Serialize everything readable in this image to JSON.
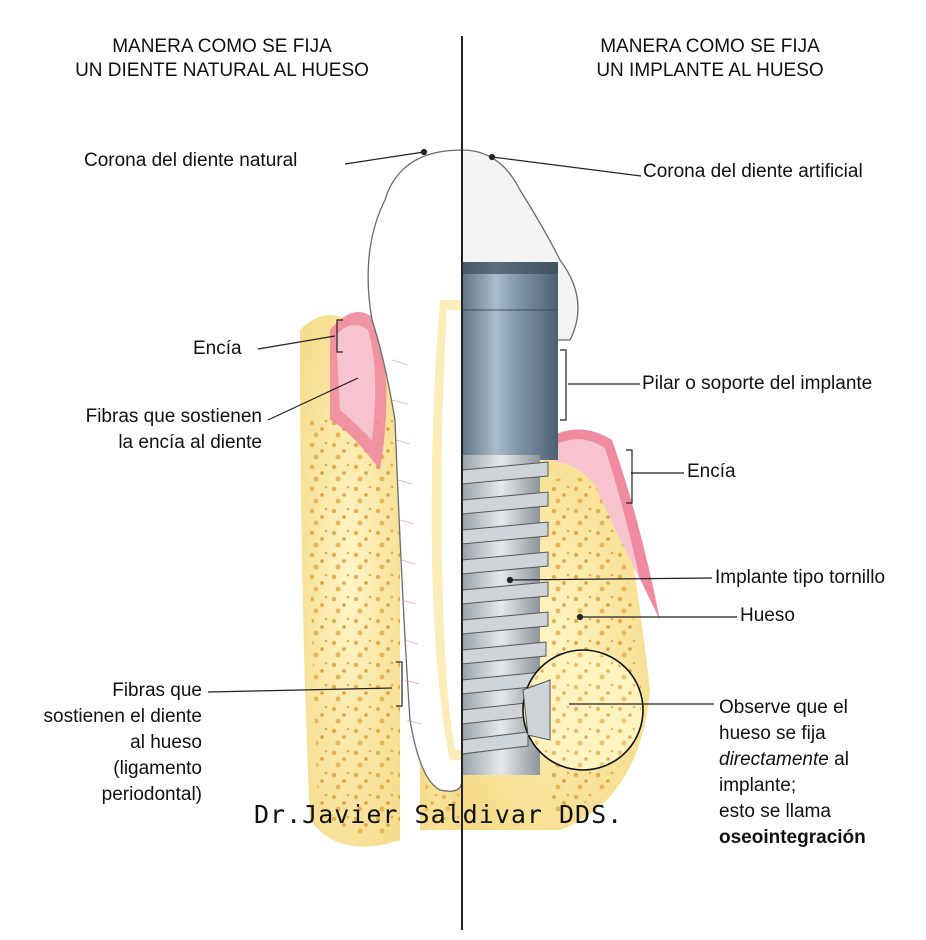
{
  "titles": {
    "left": [
      "MANERA COMO SE FIJA",
      "UN DIENTE NATURAL AL HUESO"
    ],
    "right": [
      "MANERA COMO SE FIJA",
      "UN IMPLANTE AL HUESO"
    ]
  },
  "labels": {
    "crown_natural": "Corona del diente natural",
    "crown_artificial": "Corona del diente artificial",
    "gum_left": "Encía",
    "gum_fibers": [
      "Fibras que sostienen",
      "la encía al diente"
    ],
    "abutment": "Pilar o soporte del implante",
    "gum_right": "Encía",
    "screw_implant": "Implante tipo tornillo",
    "bone": "Hueso",
    "ligament": [
      "Fibras que",
      "sostienen el diente",
      "al hueso",
      "(ligamento",
      "periodontal)"
    ],
    "note": {
      "line1": "Observe que el",
      "line2": "hueso se fija",
      "line3_italic": "directamente",
      "line3_rest": " al",
      "line4": "implante;",
      "line5": "esto se llama",
      "line6_bold": "oseointegración"
    }
  },
  "watermark": "Dr.Javier Saldivar DDS.",
  "colors": {
    "gum": "#e8607a",
    "bone": "#f4e2a0",
    "bone_dots": "#e0a040",
    "implant": "#7f98ad",
    "line": "#222222"
  }
}
